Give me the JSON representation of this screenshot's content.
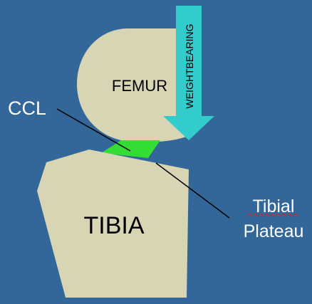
{
  "labels": {
    "femur": "FEMUR",
    "tibia": "TIBIA",
    "ccl": "CCL",
    "weightbearing": "WEIGHTBEARING",
    "tibial_plateau_line1": "Tibial",
    "tibial_plateau_line2": "Plateau"
  },
  "colors": {
    "background": "#336699",
    "bone_fill": "#d8d5b4",
    "ligament_fill": "#33dd33",
    "arrow_fill": "#33cccc",
    "leader_line": "#000000",
    "label_text_light": "#ffffff",
    "label_text_dark": "#000000"
  }
}
